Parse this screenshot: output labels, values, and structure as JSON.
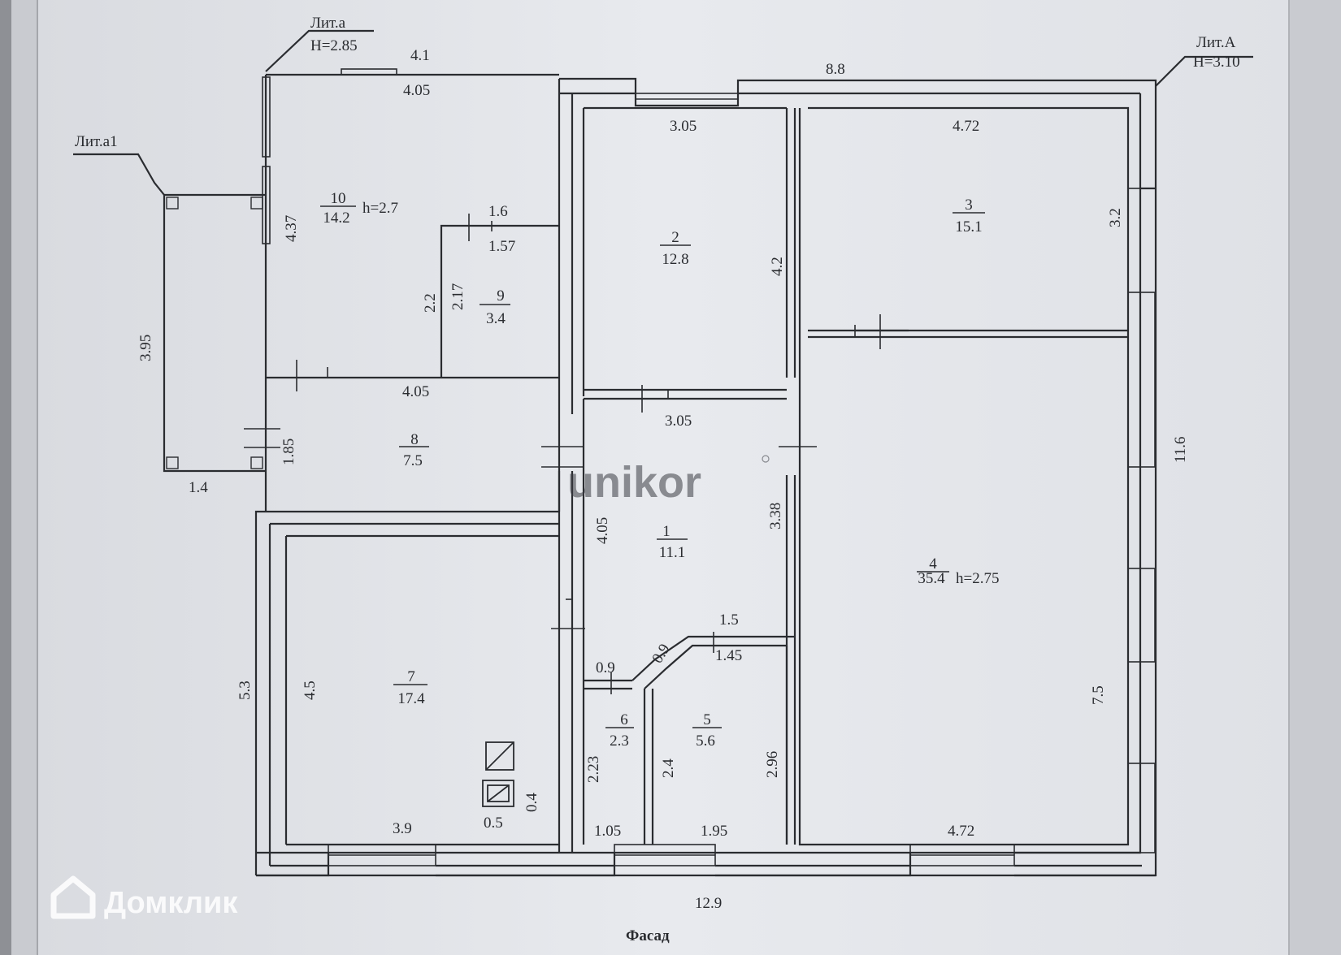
{
  "labels": {
    "lit_a": "Лит.a",
    "h_lit_a": "H=2.85",
    "lit_a1": "Лит.a1",
    "lit_A": "Лит.А",
    "h_lit_A": "H=3.10",
    "facade": "Фасад"
  },
  "dimensions": {
    "d_4_1": "4.1",
    "d_4_05_top": "4.05",
    "d_8_8": "8.8",
    "d_3_05_top": "3.05",
    "d_4_72_top": "4.72",
    "d_4_37": "4.37",
    "d_3_95": "3.95",
    "d_1_6": "1.6",
    "d_1_57": "1.57",
    "d_2_2": "2.2",
    "d_2_17": "2.17",
    "d_4_2": "4.2",
    "d_3_2": "3.2",
    "d_4_05_mid": "4.05",
    "d_3_05_mid": "3.05",
    "d_1_85": "1.85",
    "d_11_6": "11.6",
    "d_1_4": "1.4",
    "d_4_05_v": "4.05",
    "d_3_38": "3.38",
    "d_5_3": "5.3",
    "d_4_5": "4.5",
    "d_1_5": "1.5",
    "d_0_9_a": "0.9",
    "d_0_9_b": "0.9",
    "d_1_45": "1.45",
    "d_7_5": "7.5",
    "d_2_23": "2.23",
    "d_2_4": "2.4",
    "d_2_96": "2.96",
    "d_0_4": "0.4",
    "d_0_5": "0.5",
    "d_3_9": "3.9",
    "d_1_05": "1.05",
    "d_1_95": "1.95",
    "d_4_72_bot": "4.72",
    "d_12_9": "12.9"
  },
  "rooms": [
    {
      "num": "1",
      "area": "11.1",
      "height": ""
    },
    {
      "num": "2",
      "area": "12.8",
      "height": ""
    },
    {
      "num": "3",
      "area": "15.1",
      "height": ""
    },
    {
      "num": "4",
      "area": "35.4",
      "height": "h=2.75"
    },
    {
      "num": "5",
      "area": "5.6",
      "height": ""
    },
    {
      "num": "6",
      "area": "2.3",
      "height": ""
    },
    {
      "num": "7",
      "area": "17.4",
      "height": ""
    },
    {
      "num": "8",
      "area": "7.5",
      "height": ""
    },
    {
      "num": "9",
      "area": "3.4",
      "height": ""
    },
    {
      "num": "10",
      "area": "14.2",
      "height": "h=2.7"
    }
  ],
  "watermarks": {
    "unikor": "unikor",
    "domclick": "Домклик"
  },
  "colors": {
    "paper": "#e6e8ec",
    "ink": "#2a2c30",
    "wall": "#dcdee3"
  }
}
